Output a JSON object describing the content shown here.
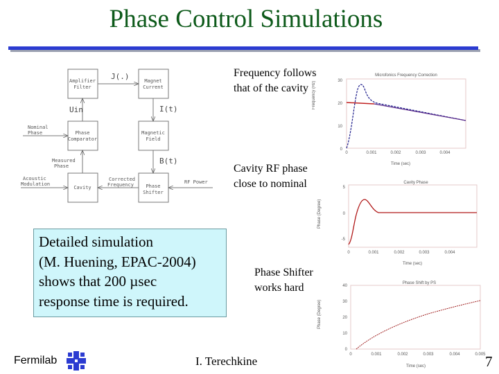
{
  "slide": {
    "title": "Phase Control Simulations",
    "footer_logo_text": "Fermilab",
    "author": "I. Terechkine",
    "page_number": "7",
    "accent_color": "#2b3bd1",
    "title_color": "#0d5a1a"
  },
  "diagram": {
    "blocks": {
      "amplifier_1": "Amplifier",
      "amplifier_2": "Filter",
      "magnet_1": "Magnet",
      "magnet_2": "Current",
      "comparator_1": "Phase",
      "comparator_2": "Comparator",
      "field_1": "Magnetic",
      "field_2": "Field",
      "cavity": "Cavity",
      "shifter_1": "Phase",
      "shifter_2": "Shifter"
    },
    "labels": {
      "j": "J(.)",
      "i": "I(t)",
      "uin": "Uin",
      "b": "B(t)",
      "nominal_1": "Nominal",
      "nominal_2": "Phase",
      "measured_1": "Measured",
      "measured_2": "Phase",
      "acoustic_1": "Acoustic",
      "acoustic_2": "Modulation",
      "corrected_1": "Corrected",
      "corrected_2": "Frequency",
      "rf": "RF Power"
    }
  },
  "captions": {
    "freq_1": "Frequency follows",
    "freq_2": "that of the cavity",
    "phase_1": "Cavity RF phase",
    "phase_2": "close to nominal",
    "shifter_1": "Phase Shifter",
    "shifter_2": "works hard"
  },
  "textbox": {
    "line1": "Detailed simulation",
    "line2": "(M. Huening, EPAC-2004)",
    "line3": "shows that 200 µsec",
    "line4": "response time is required."
  },
  "charts": {
    "freq": {
      "title": "Microfonics Frequency Correction",
      "xticks": [
        "0",
        "0.001",
        "0.002",
        "0.003",
        "0.004"
      ],
      "yticks": [
        "30",
        "20",
        "10",
        "0"
      ],
      "ylabel": "Frequency (Hz)",
      "xlabel": "Time (sec)"
    },
    "phase": {
      "title": "Cavity Phase",
      "xticks": [
        "0",
        "0.001",
        "0.002",
        "0.003",
        "0.004"
      ],
      "yticks": [
        "5",
        "0",
        "-5"
      ],
      "ylabel": "Phase (Degree)",
      "xlabel": "Time (sec)"
    },
    "shift": {
      "title": "Phase Shift by PS",
      "xticks": [
        "0",
        "0.001",
        "0.002",
        "0.003",
        "0.004",
        "0.005"
      ],
      "yticks": [
        "40",
        "30",
        "20",
        "10",
        "0"
      ],
      "ylabel": "Phase (Degree)",
      "xlabel": "Time (sec)"
    }
  }
}
